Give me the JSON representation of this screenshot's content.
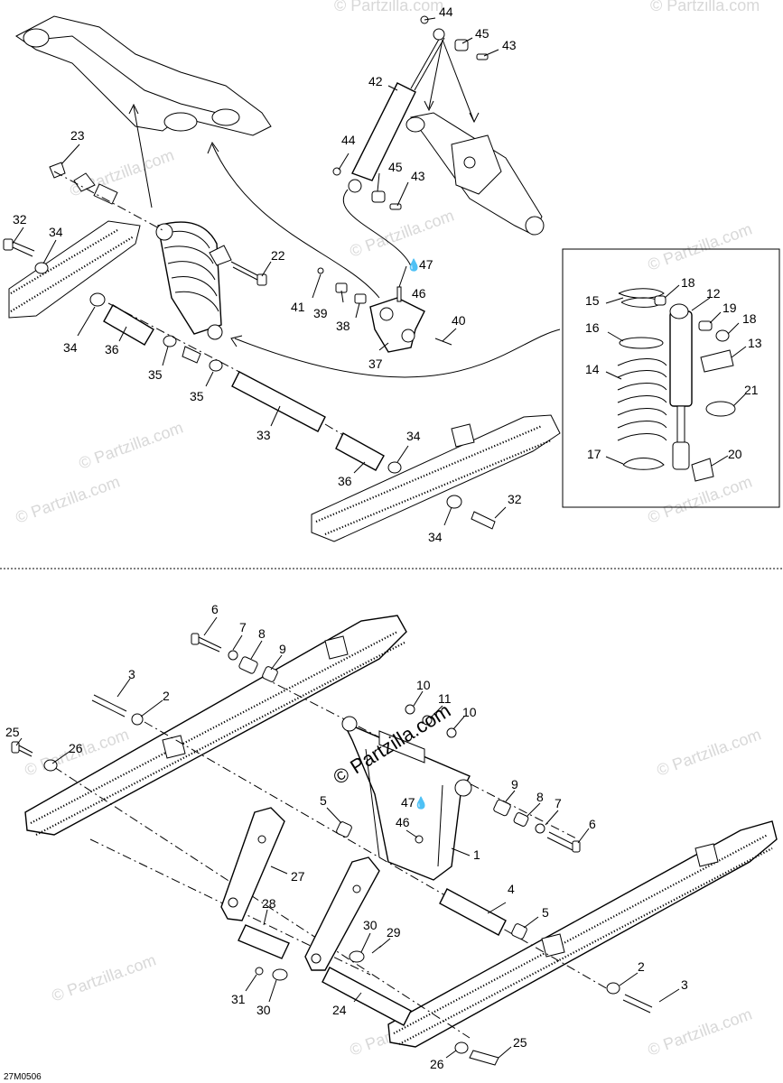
{
  "diagram": {
    "drawing_code": "27M0506",
    "watermark": "© Partzilla.com",
    "center_watermark": "© Partzilla.com",
    "labels_top": [
      "44",
      "45",
      "43",
      "42",
      "44",
      "45",
      "43",
      "23",
      "32",
      "34",
      "22",
      "47",
      "46",
      "41",
      "39",
      "38",
      "40",
      "37",
      "34",
      "36",
      "35",
      "35",
      "33",
      "34",
      "36",
      "32",
      "34",
      "15",
      "18",
      "12",
      "19",
      "18",
      "16",
      "13",
      "14",
      "21",
      "17",
      "20"
    ],
    "labels_bottom": [
      "6",
      "7",
      "8",
      "9",
      "3",
      "2",
      "10",
      "11",
      "10",
      "25",
      "26",
      "9",
      "8",
      "7",
      "6",
      "5",
      "47",
      "46",
      "1",
      "27",
      "4",
      "5",
      "28",
      "30",
      "29",
      "31",
      "30",
      "24",
      "2",
      "3",
      "26",
      "25"
    ]
  }
}
